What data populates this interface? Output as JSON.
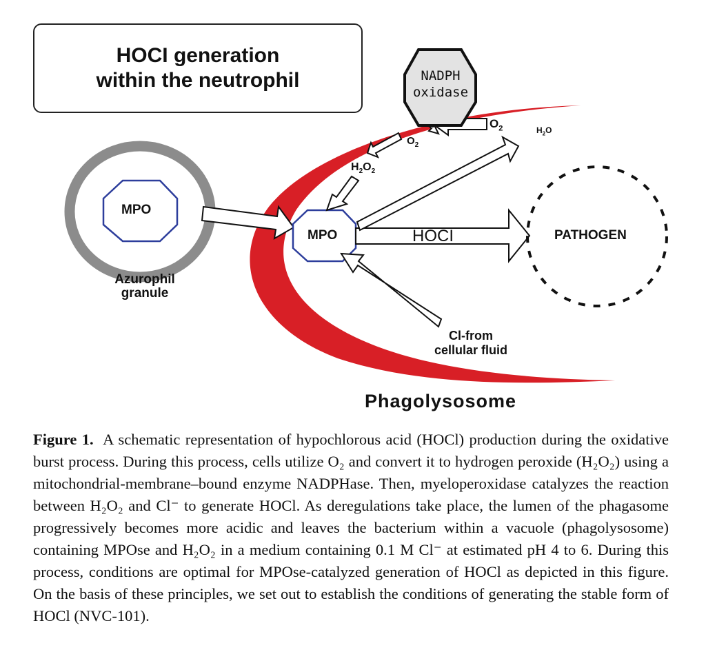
{
  "diagram": {
    "title_line1": "HOCI generation",
    "title_line2": "within the neutrophil",
    "nadph_line1": "NADPH",
    "nadph_line2": "oxidase",
    "mpo_granule": "MPO",
    "mpo_vacuole": "MPO",
    "azurophil_line1": "Azurophil",
    "azurophil_line2": "granule",
    "hocl": "HOCI",
    "pathogen": "PATHOGEN",
    "cl_line1": "Cl-from",
    "cl_line2": "cellular fluid",
    "phagolysosome": "Phagolysosome",
    "o2": "O",
    "o2_sub": "2",
    "o2_mid": "O",
    "o2_mid_sub": "2",
    "h2o2_h": "H",
    "h2o2_sub1": "2",
    "h2o2_o": "O",
    "h2o2_sub2": "2",
    "h2o_h": "H",
    "h2o_sub": "2",
    "h2o_o": "O",
    "colors": {
      "membrane": "#d81f26",
      "octagon": "#2d3e9c",
      "granule_ring": "#8c8c8c"
    }
  },
  "caption": {
    "label": "Figure 1.",
    "text": "A schematic representation of hypochlorous acid (HOCl) production during the oxidative burst process. During this process, cells utilize O₂ and convert it to hydrogen peroxide (H₂O₂) using a mitochondrial-membrane–bound enzyme NADPHase. Then, myeloperoxidase catalyzes the reaction between H₂O₂ and Cl⁻ to generate HOCl. As deregulations take place, the lumen of the phagasome progressively becomes more acidic and leaves the bacterium within a vacuole (phagolysosome) containing MPOse and H₂O₂ in a medium containing 0.1 M Cl⁻ at estimated pH 4 to 6. During this process, conditions are optimal for MPOse-catalyzed generation of HOCl as depicted in this figure. On the basis of these principles, we set out to establish the conditions of generating the stable form of HOCl (NVC-101)."
  }
}
